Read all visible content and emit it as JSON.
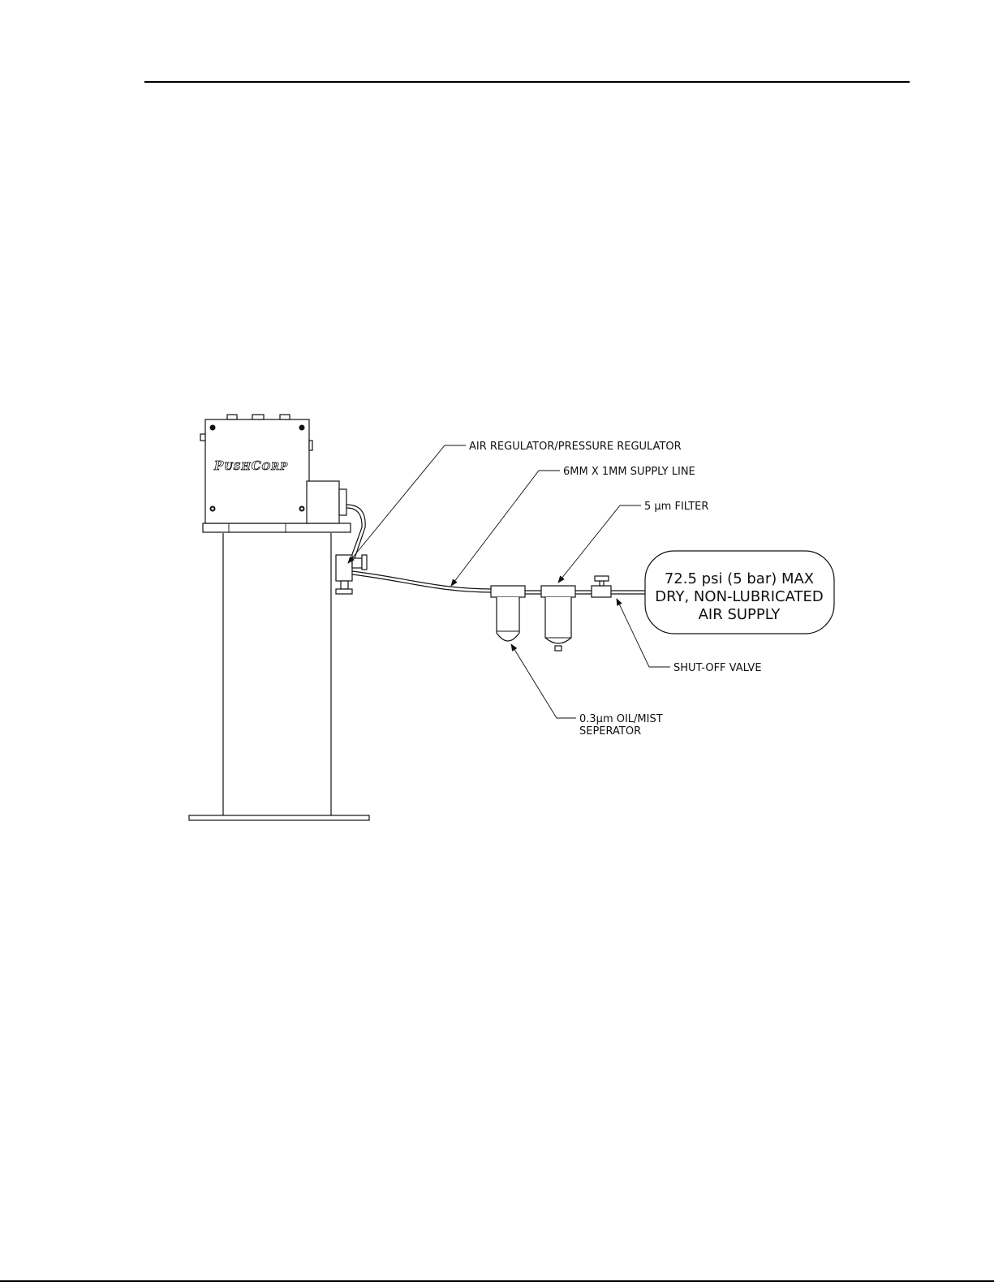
{
  "callouts": {
    "air_regulator": "AIR REGULATOR/PRESSURE REGULATOR",
    "supply_line": "6MM X 1MM SUPPLY LINE",
    "filter": "5 µm FILTER",
    "shutoff_valve": "SHUT-OFF VALVE",
    "separator_line1": "0.3µm OIL/MIST",
    "separator_line2": "SEPERATOR"
  },
  "air_supply": {
    "line1": "72.5 psi (5 bar) MAX",
    "line2": "DRY, NON-LUBRICATED",
    "line3": "AIR SUPPLY"
  },
  "logo_text": "PushCorp"
}
